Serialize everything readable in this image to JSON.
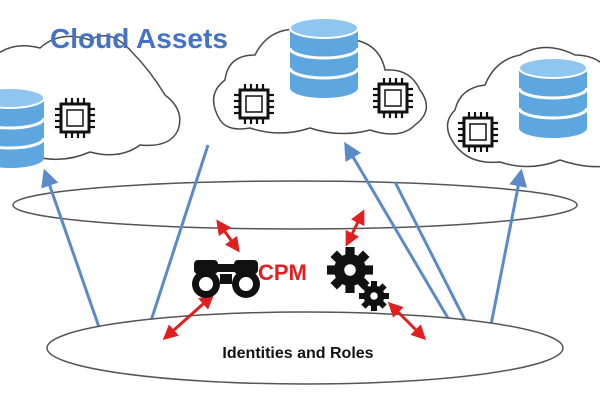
{
  "diagram": {
    "title": "Cloud Assets",
    "center_label": "CPM",
    "bottom_label": "Identities and Roles",
    "icons": [
      "database-icon",
      "chip-icon",
      "binoculars-icon",
      "gears-icon",
      "cloud-icon"
    ],
    "colors": {
      "title_blue": "#4472c4",
      "connector_blue": "#5b8ac9",
      "db_blue": "#5da6e0",
      "cpm_red": "#e02020",
      "arrow_red": "#e02020",
      "outline_black": "#111111",
      "cloud_outline": "#4a4a4a"
    }
  }
}
